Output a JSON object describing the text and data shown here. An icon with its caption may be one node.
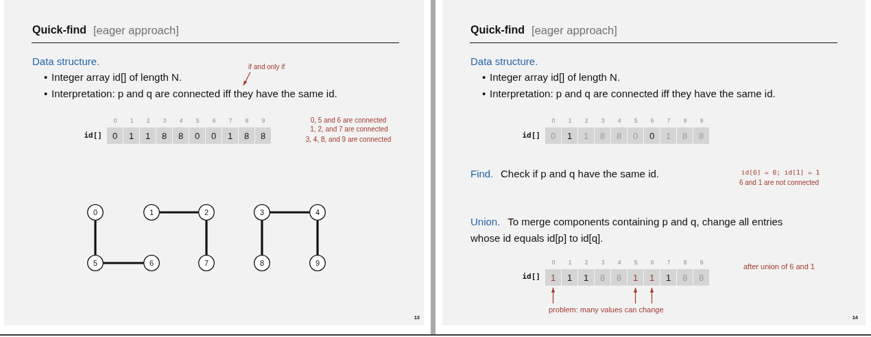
{
  "diagram": {
    "nodes": [
      {
        "text": [
          "if and only if"
        ]
      },
      {
        "text": [
          "Interpretation: p and q are connected iff they have the same id."
        ]
      },
      {
        "text": [
          "0"
        ]
      },
      {
        "text": [
          "1"
        ]
      },
      {
        "text": [
          "1"
        ]
      },
      {
        "text": [
          "8"
        ]
      },
      {
        "text": [
          "8"
        ]
      },
      {
        "text": [
          "0"
        ]
      },
      {
        "text": [
          "0"
        ]
      },
      {
        "text": [
          "1"
        ]
      },
      {
        "text": [
          "8"
        ]
      },
      {
        "text": [
          "8"
        ]
      },
      {
        "text": [
          "0"
        ]
      },
      {
        "text": [
          "1"
        ]
      },
      {
        "text": [
          "2"
        ]
      },
      {
        "text": [
          "3"
        ]
      },
      {
        "text": [
          "4"
        ]
      },
      {
        "text": [
          "5"
        ]
      },
      {
        "text": [
          "6"
        ]
      },
      {
        "text": [
          "7"
        ]
      },
      {
        "text": [
          "8"
        ]
      },
      {
        "text": [
          "9"
        ]
      },
      {
        "text": [
          "0"
        ]
      },
      {
        "text": [
          "1"
        ]
      },
      {
        "text": [
          "1"
        ]
      },
      {
        "text": [
          "8"
        ]
      },
      {
        "text": [
          "8"
        ]
      },
      {
        "text": [
          "0"
        ]
      },
      {
        "text": [
          "0"
        ]
      },
      {
        "text": [
          "1"
        ]
      },
      {
        "text": [
          "8"
        ]
      },
      {
        "text": [
          "8"
        ]
      },
      {
        "text": [
          "1"
        ]
      },
      {
        "text": [
          "1"
        ]
      },
      {
        "text": [
          "1"
        ]
      },
      {
        "text": [
          "8"
        ]
      },
      {
        "text": [
          "8"
        ]
      },
      {
        "text": [
          "1"
        ]
      },
      {
        "text": [
          "1"
        ]
      },
      {
        "text": [
          "1"
        ]
      },
      {
        "text": [
          "8"
        ]
      },
      {
        "text": [
          "8"
        ]
      },
      {
        "text": [
          "problem: many values can change"
        ]
      }
    ],
    "edges": [
      {
        "from": 0,
        "to": 1,
        "arrow": "to",
        "color": "#a33a2c"
      },
      {
        "from": 13,
        "to": 14,
        "arrow": "none"
      },
      {
        "from": 15,
        "to": 16,
        "arrow": "none"
      },
      {
        "from": 12,
        "to": 17,
        "arrow": "none"
      },
      {
        "from": 14,
        "to": 19,
        "arrow": "none"
      },
      {
        "from": 15,
        "to": 20,
        "arrow": "none"
      },
      {
        "from": 16,
        "to": 21,
        "arrow": "none"
      },
      {
        "from": 17,
        "to": 18,
        "arrow": "none"
      },
      {
        "from": 42,
        "to": 32,
        "arrow": "to",
        "color": "#a33a2c"
      },
      {
        "from": 42,
        "to": 37,
        "arrow": "to",
        "color": "#a33a2c"
      },
      {
        "from": 42,
        "to": 38,
        "arrow": "to",
        "color": "#a33a2c"
      }
    ],
    "labels": [
      "Quick-find",
      "[eager approach]",
      "Data structure.",
      "•",
      "Integer array id[] of length N.",
      "•",
      "0",
      "1",
      "2",
      "3",
      "4",
      "5",
      "6",
      "7",
      "8",
      "9",
      "id[]",
      "0, 5 and 6 are connected",
      "1, 2, and 7 are connected",
      "3, 4, 8, and 9 are connected",
      "13",
      "Quick-find",
      "[eager approach]",
      "Data structure.",
      "•",
      "Integer array id[] of length N.",
      "•",
      "Interpretation: p and q are connected iff they have the same id.",
      "0",
      "1",
      "2",
      "3",
      "4",
      "5",
      "6",
      "7",
      "8",
      "9",
      "id[]",
      "Find.",
      "Check if p and q have the same id.",
      "id[6] = 0; id[1] = 1",
      "6 and 1 are not connected",
      "Union. To merge components containing p and q, change all entries whose id equals id[p] to id[q].",
      "0",
      "1",
      "2",
      "3",
      "4",
      "5",
      "6",
      "7",
      "8",
      "9",
      "id[]",
      "after union of 6 and 1",
      "14"
    ]
  }
}
